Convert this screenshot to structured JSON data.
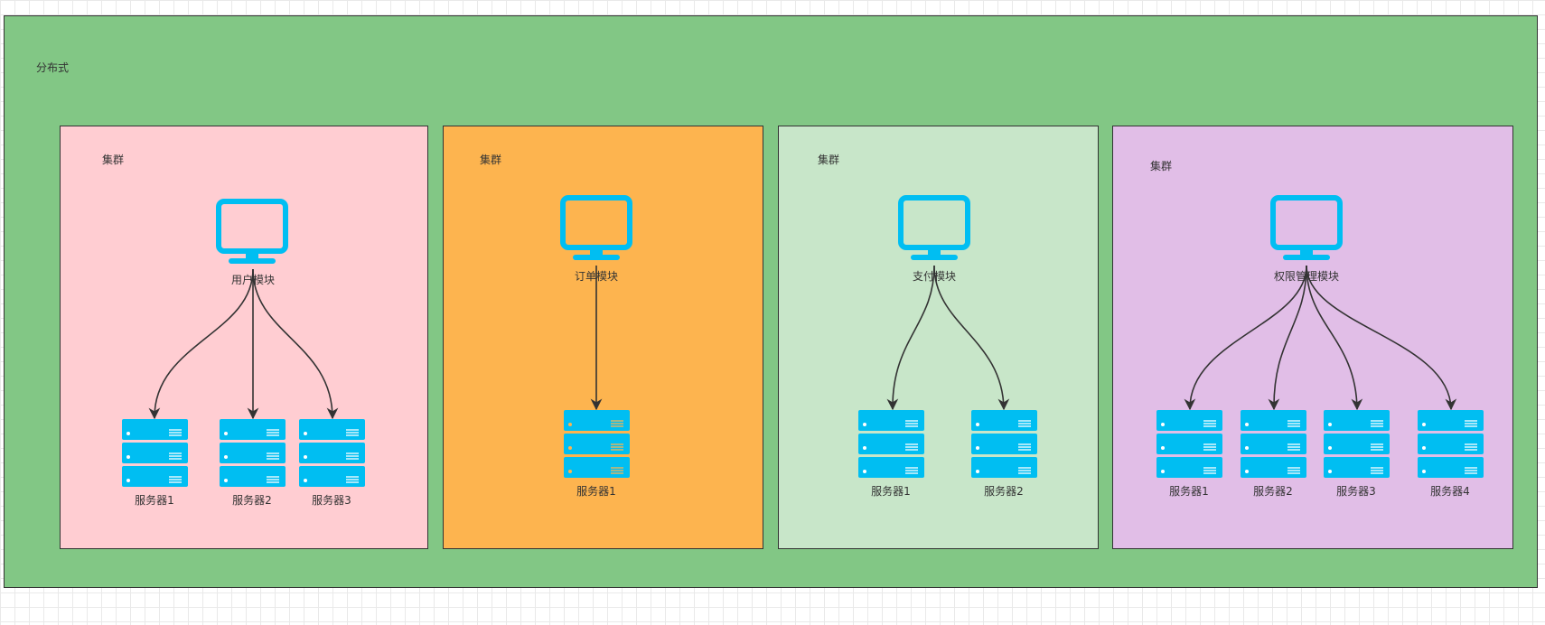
{
  "distributed_label": "分布式",
  "cluster_label": "集群",
  "clusters": [
    {
      "color": "#ffcdd2",
      "module": "用户模块",
      "servers": [
        "服务器1",
        "服务器2",
        "服务器3"
      ]
    },
    {
      "color": "#fdb44f",
      "module": "订单模块",
      "servers": [
        "服务器1"
      ]
    },
    {
      "color": "#c8e6c9",
      "module": "支付模块",
      "servers": [
        "服务器1",
        "服务器2"
      ]
    },
    {
      "color": "#e1bee7",
      "module": "权限管理模块",
      "servers": [
        "服务器1",
        "服务器2",
        "服务器3",
        "服务器4"
      ]
    }
  ],
  "colors": {
    "outer": "#82c785",
    "icon": "#00bef2",
    "border": "#333333"
  },
  "icons": {
    "module": "monitor-icon",
    "server": "server-rack-icon"
  }
}
